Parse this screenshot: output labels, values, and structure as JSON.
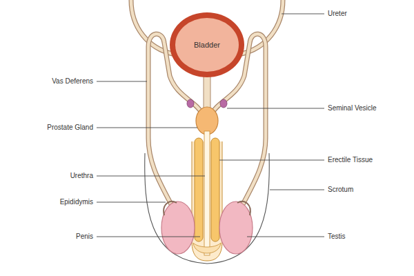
{
  "diagram": {
    "nodes": [
      {
        "text": [
          "Bladder"
        ]
      }
    ],
    "labels": [
      "Ureter",
      "Vas Deferens",
      "Seminal Vesicle",
      "Prostate Gland",
      "Erectile Tissue",
      "Urethra",
      "Scrotum",
      "Epididymis",
      "Penis",
      "Testis"
    ]
  }
}
